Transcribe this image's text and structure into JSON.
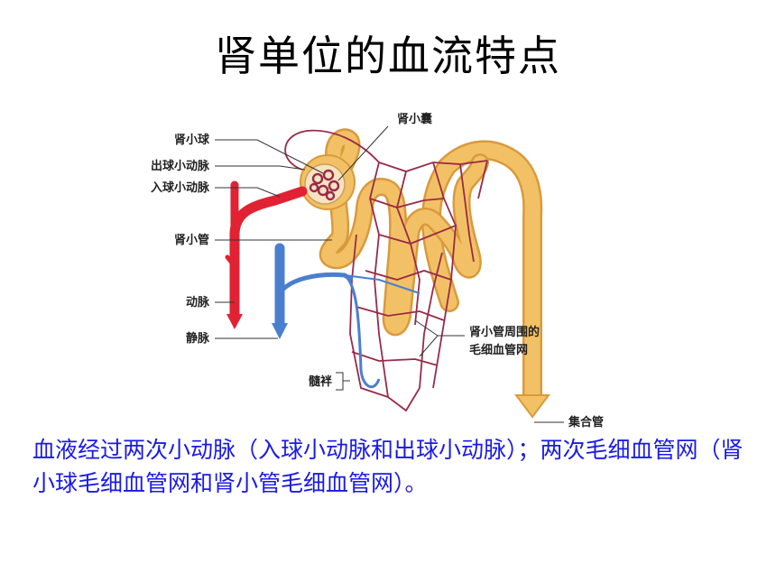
{
  "title": "肾单位的血流特点",
  "diagram": {
    "labels": {
      "glomerulus": "肾小球",
      "capsule": "肾小囊",
      "efferent_arteriole": "出球小动脉",
      "afferent_arteriole": "入球小动脉",
      "tubule": "肾小管",
      "artery": "动脉",
      "vein": "静脉",
      "peritubular_line1": "肾小管周围的",
      "peritubular_line2": "毛细血管网",
      "vasa_recta": "髓袢",
      "collecting_duct": "集合管"
    },
    "colors": {
      "artery": "#e02233",
      "vein": "#4a7fd0",
      "tubule": "#f3c165",
      "capillary": "#9a2a4a"
    }
  },
  "caption": "血液经过两次小动脉（入球小动脉和出球小动脉）；两次毛细血管网（肾小球毛细血管网和肾小管毛细血管网）。"
}
